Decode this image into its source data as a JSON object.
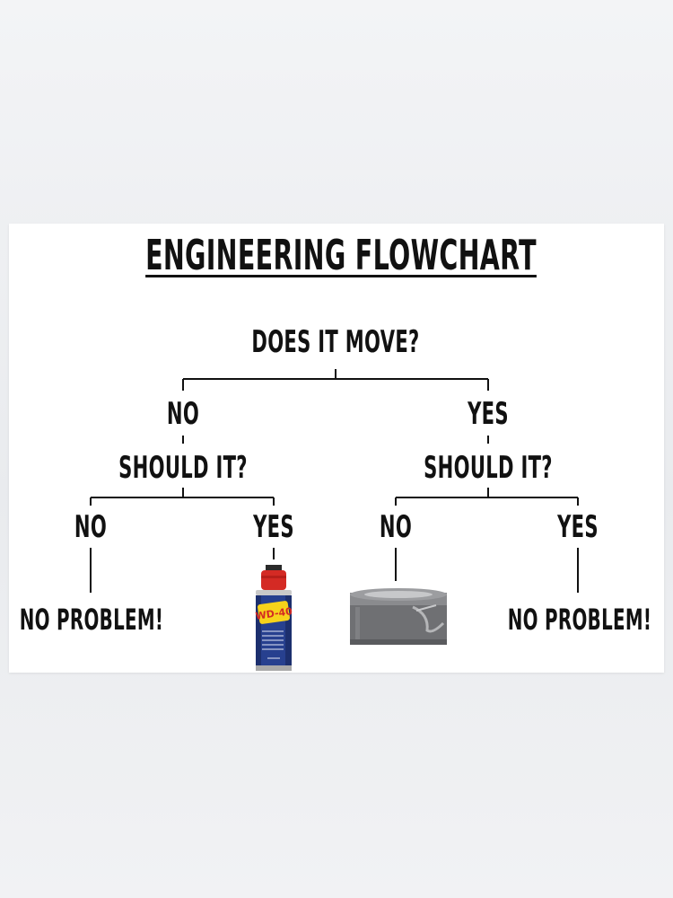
{
  "title": "ENGINEERING FLOWCHART",
  "root_question": "DOES IT MOVE?",
  "left_branch": {
    "answer": "NO",
    "question": "SHOULD IT?",
    "no": {
      "answer": "NO",
      "result": "NO PROBLEM!"
    },
    "yes": {
      "answer": "YES",
      "result_icon": "wd40-can-icon"
    }
  },
  "right_branch": {
    "answer": "YES",
    "question": "SHOULD IT?",
    "no": {
      "answer": "NO",
      "result_icon": "duct-tape-icon"
    },
    "yes": {
      "answer": "YES",
      "result": "NO PROBLEM!"
    }
  },
  "wd40_label": "WD-40"
}
